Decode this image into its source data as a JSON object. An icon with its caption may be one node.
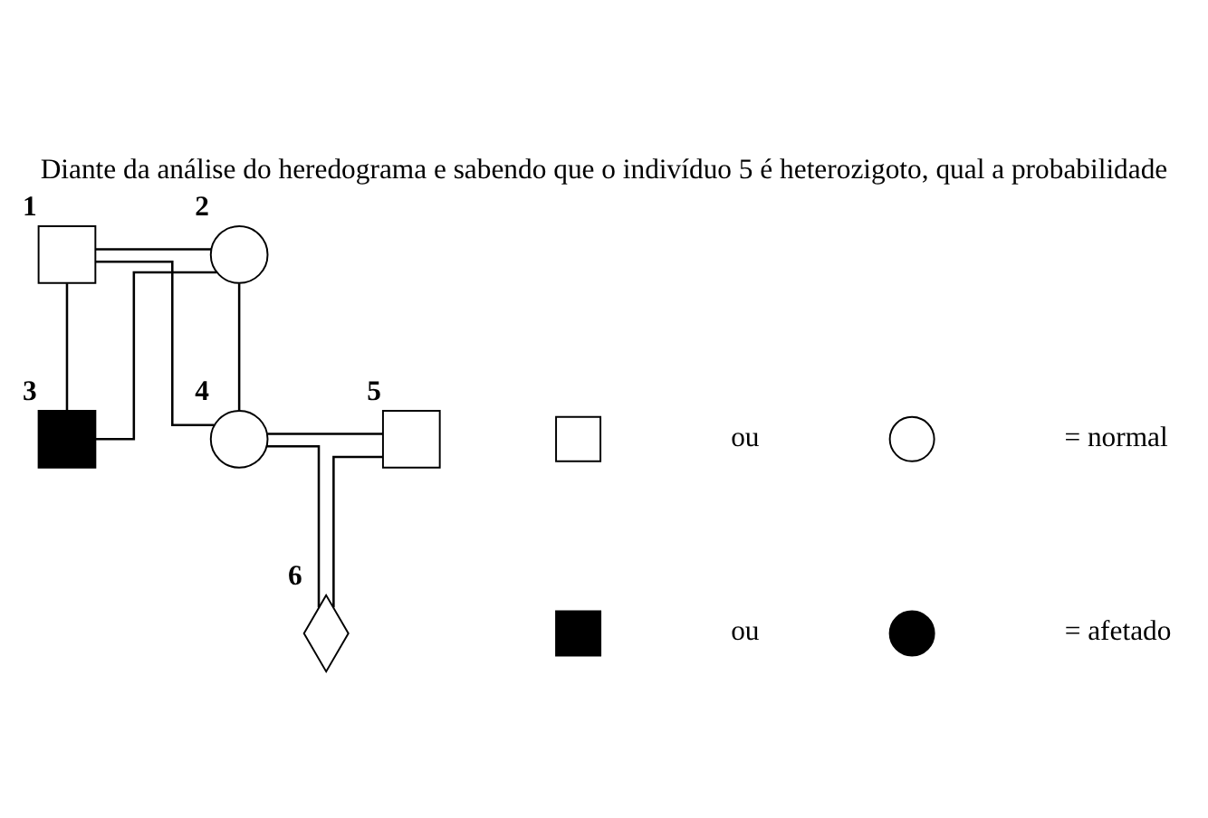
{
  "diagram": {
    "title": "Diante da análise do heredograma e sabendo que o indivíduo 5 é heterozigoto, qual a probabilidade",
    "nodes": [
      {
        "text": [],
        "shape": "box",
        "beside": [
          "1"
        ]
      },
      {
        "text": [],
        "shape": "circle",
        "beside": [
          "2"
        ]
      },
      {
        "text": [],
        "shape": "box",
        "beside": [
          "3"
        ]
      },
      {
        "text": [],
        "shape": "circle",
        "beside": [
          "4"
        ]
      },
      {
        "text": [],
        "shape": "box",
        "beside": [
          "5"
        ]
      },
      {
        "text": [],
        "shape": "diamond",
        "beside": [
          "6"
        ]
      },
      {
        "text": [],
        "shape": "box"
      },
      {
        "text": [],
        "shape": "circle"
      },
      {
        "text": [],
        "shape": "box"
      },
      {
        "text": [],
        "shape": "circle"
      }
    ],
    "edges": [
      {
        "from": 0,
        "to": 1,
        "arrow": "none"
      },
      {
        "from": 0,
        "to": 2,
        "arrow": "none"
      },
      {
        "from": 1,
        "to": 2,
        "arrow": "none"
      },
      {
        "from": 0,
        "to": 3,
        "arrow": "none"
      },
      {
        "from": 1,
        "to": 3,
        "arrow": "none"
      },
      {
        "from": 3,
        "to": 4,
        "arrow": "none"
      },
      {
        "from": 3,
        "to": 5,
        "arrow": "none"
      },
      {
        "from": 4,
        "to": 5,
        "arrow": "none"
      }
    ],
    "labels": [
      "ou",
      "= normal",
      "ou",
      "= afetado"
    ]
  }
}
